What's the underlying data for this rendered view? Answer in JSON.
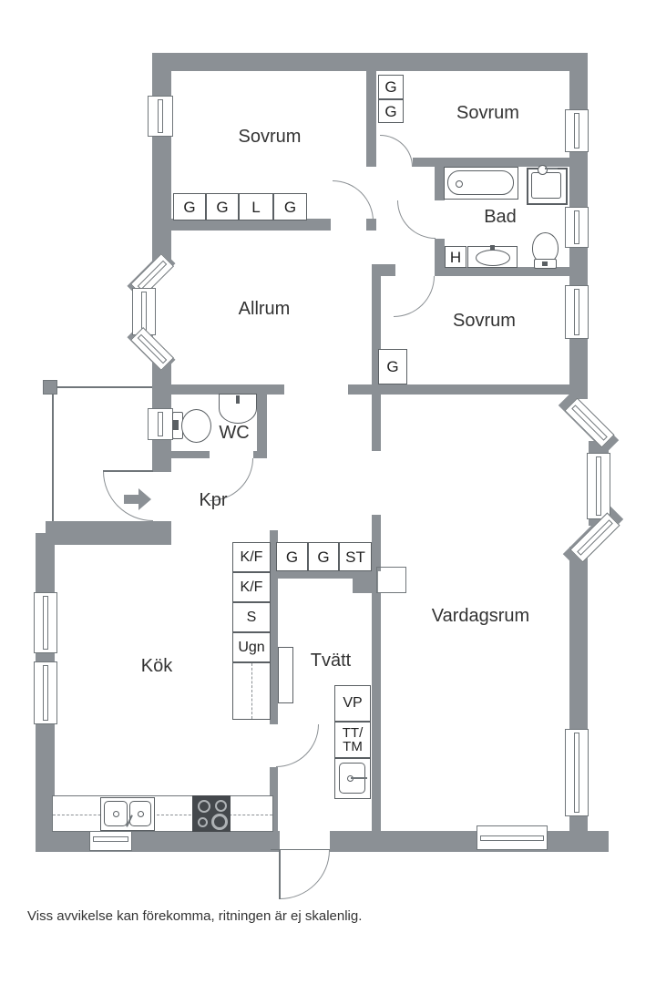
{
  "labels": {
    "bedroom": "Sovrum",
    "bathroom": "Bad",
    "allrum": "Allrum",
    "wc": "WC",
    "kpr": "Kpr",
    "kitchen": "Kök",
    "laundry": "Tvätt",
    "livingroom": "Vardagsrum",
    "g": "G",
    "l": "L",
    "st": "ST",
    "h": "H",
    "kf": "K/F",
    "s": "S",
    "ugn": "Ugn",
    "vp": "VP",
    "tt": "TT/",
    "tm": "TM",
    "footer": "Viss avvikelse kan förekomma, ritningen är ej skalenlig."
  },
  "colors": {
    "wall": "#8B9095",
    "line": "#70767a",
    "text": "#333333",
    "stove": "#44484c"
  }
}
